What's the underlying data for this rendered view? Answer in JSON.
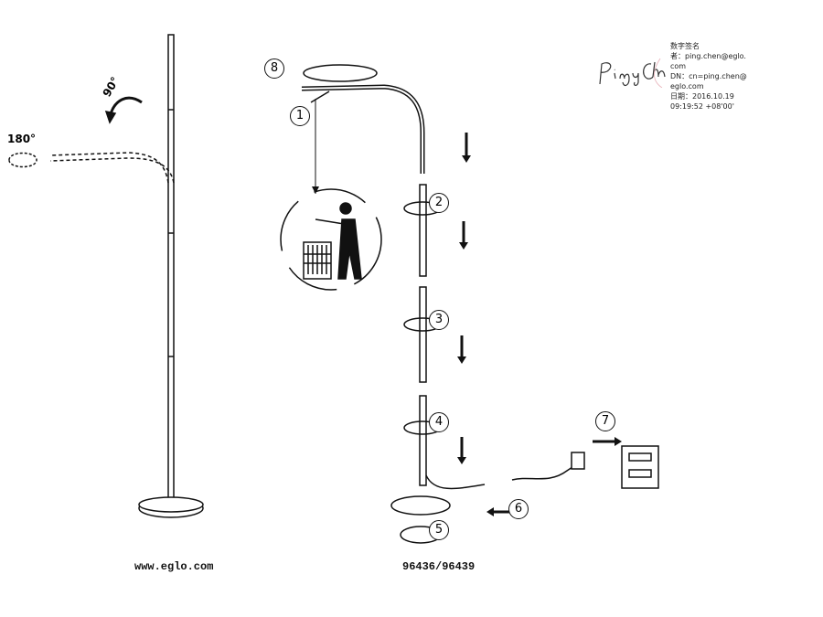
{
  "footer": {
    "website": "www.eglo.com",
    "model": "96436/96439"
  },
  "angles": {
    "tilt": "90°",
    "rotate": "180°"
  },
  "steps": [
    "1",
    "2",
    "3",
    "4",
    "5",
    "6",
    "7",
    "8"
  ],
  "signature": {
    "name": "Ping Chen",
    "lines": [
      "数字签名",
      "者：ping.chen@eglo.",
      "com",
      "DN：cn=ping.chen@",
      "eglo.com",
      "日期：2016.10.19",
      "09:19:52 +08'00'"
    ]
  }
}
